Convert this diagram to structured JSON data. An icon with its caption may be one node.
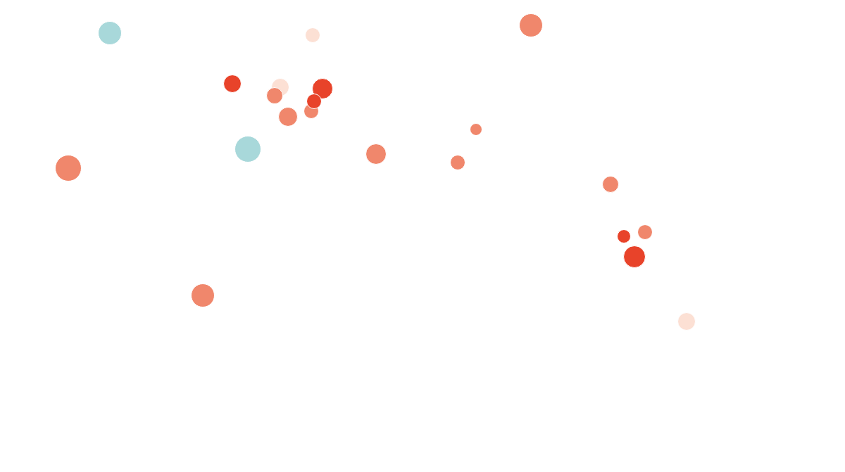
{
  "diagram": {
    "nodes": [
      {
        "text": [],
        "shape": "circle"
      },
      {
        "text": [],
        "shape": "circle"
      },
      {
        "text": [],
        "shape": "circle"
      },
      {
        "text": [],
        "shape": "circle"
      },
      {
        "text": [],
        "shape": "circle"
      },
      {
        "text": [],
        "shape": "circle"
      },
      {
        "text": [],
        "shape": "circle"
      },
      {
        "text": [],
        "shape": "circle"
      },
      {
        "text": [],
        "shape": "circle"
      },
      {
        "text": [],
        "shape": "circle"
      },
      {
        "text": [],
        "shape": "circle"
      },
      {
        "text": [],
        "shape": "circle"
      },
      {
        "text": [],
        "shape": "circle"
      },
      {
        "text": [],
        "shape": "circle"
      },
      {
        "text": [],
        "shape": "circle"
      },
      {
        "text": [],
        "shape": "circle"
      },
      {
        "text": [],
        "shape": "circle"
      },
      {
        "text": [],
        "shape": "circle"
      },
      {
        "text": [],
        "shape": "circle"
      },
      {
        "text": [],
        "shape": "circle"
      },
      {
        "text": [],
        "shape": "circle"
      }
    ]
  }
}
